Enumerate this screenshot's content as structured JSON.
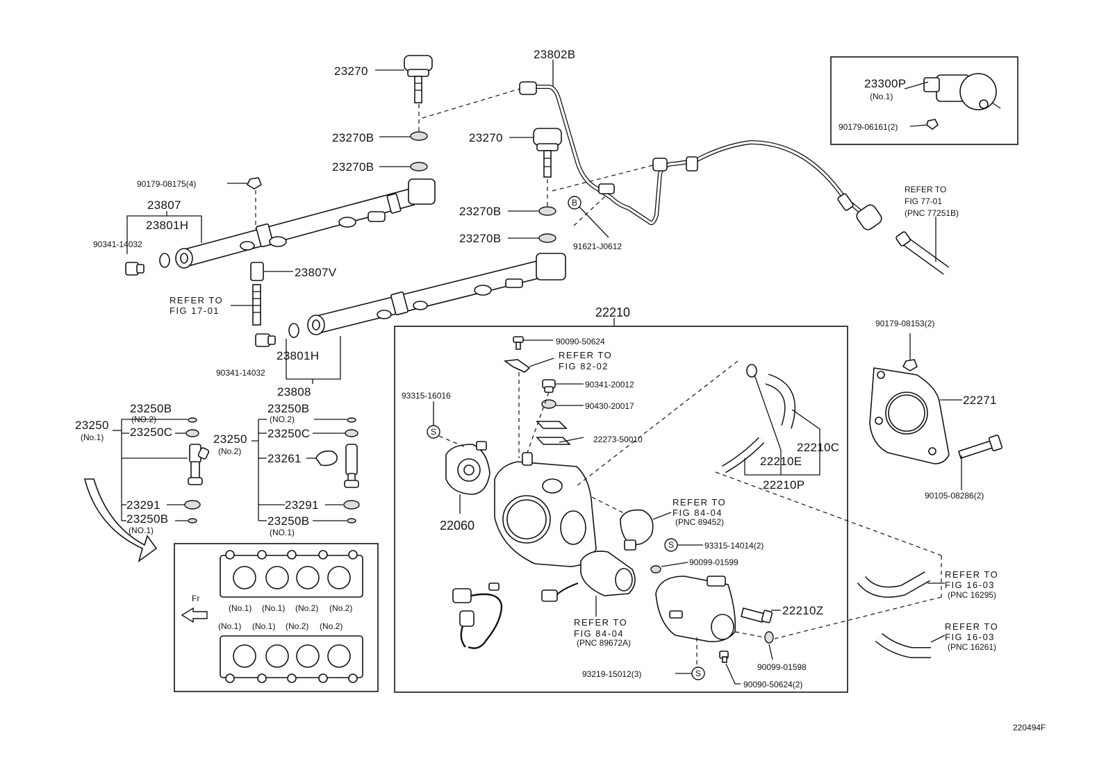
{
  "labels": {
    "p23270_top": "23270",
    "p23802B": "23802B",
    "p23300P": "23300P",
    "p23300P_no": "(No.1)",
    "p90179_06161": "90179-06161(2)",
    "p23270B_a": "23270B",
    "p23270B_b": "23270B",
    "p23270_mid": "23270",
    "p90179_08175": "90179-08175(4)",
    "p23807": "23807",
    "p23801H_top": "23801H",
    "p90341_14032_top": "90341-14032",
    "p23270B_c": "23270B",
    "p23270B_d": "23270B",
    "p91621_J0612": "91621-J0612",
    "ref_77_01_a": "REFER TO",
    "ref_77_01_b": "FIG 77-01",
    "ref_77_01_c": "(PNC 77251B)",
    "p23807V": "23807V",
    "ref_17_01_a": "REFER TO",
    "ref_17_01_b": "FIG 17-01",
    "p22210": "22210",
    "p90179_08153": "90179-08153(2)",
    "p90090_50624": "90090-50624",
    "ref_82_02_a": "REFER TO",
    "ref_82_02_b": "FIG 82-02",
    "p23801H_bot": "23801H",
    "p90341_14032_bot": "90341-14032",
    "p23808": "23808",
    "p90341_20012": "90341-20012",
    "p93315_16016": "93315-16016",
    "p90430_20017": "90430-20017",
    "p22271": "22271",
    "p23250B_a": "23250B",
    "p23250B_a_no": "(NO.2)",
    "p23250B_b": "23250B",
    "p23250B_b_no": "(NO.2)",
    "p23250_no1": "23250",
    "p23250_no1_sub": "(No.1)",
    "p23250C_a": "23250C",
    "p23250C_b": "23250C",
    "p23250_no2": "23250",
    "p23250_no2_sub": "(No.2)",
    "p22273_50010": "22273-50010",
    "p22210C": "22210C",
    "p23261": "23261",
    "p22210E": "22210E",
    "p22210P": "22210P",
    "p90105_08286": "90105-08286(2)",
    "ref_84_04a_a": "REFER TO",
    "ref_84_04a_b": "FIG 84-04",
    "ref_84_04a_c": "(PNC 89452)",
    "p23291_a": "23291",
    "p23291_b": "23291",
    "p22060": "22060",
    "p23250B_c": "23250B",
    "p23250B_c_no": "(NO.1)",
    "p23250B_d": "23250B",
    "p23250B_d_no": "(NO.1)",
    "p93315_14014": "93315-14014(2)",
    "p90099_01599": "90099-01599",
    "ref_16_03a_a": "REFER TO",
    "ref_16_03a_b": "FIG 16-03",
    "ref_16_03a_c": "(PNC 16295)",
    "fr": "Fr",
    "cyl_top": [
      "(No.1)",
      "(No.1)",
      "(No.2)",
      "(No.2)"
    ],
    "cyl_bot": [
      "(No.1)",
      "(No.1)",
      "(No.2)",
      "(No.2)"
    ],
    "p22210Z": "22210Z",
    "ref_84_04b_a": "REFER TO",
    "ref_84_04b_b": "FIG 84-04",
    "ref_84_04b_c": "(PNC 89672A)",
    "ref_16_03b_a": "REFER TO",
    "ref_16_03b_b": "FIG 16-03",
    "ref_16_03b_c": "(PNC 16261)",
    "p90099_01598": "90099-01598",
    "p93219_15012": "93219-15012(3)",
    "p90090_50624_2": "90090-50624(2)",
    "s_mark": "S",
    "b_mark": "B",
    "figure_id": "220494F"
  }
}
